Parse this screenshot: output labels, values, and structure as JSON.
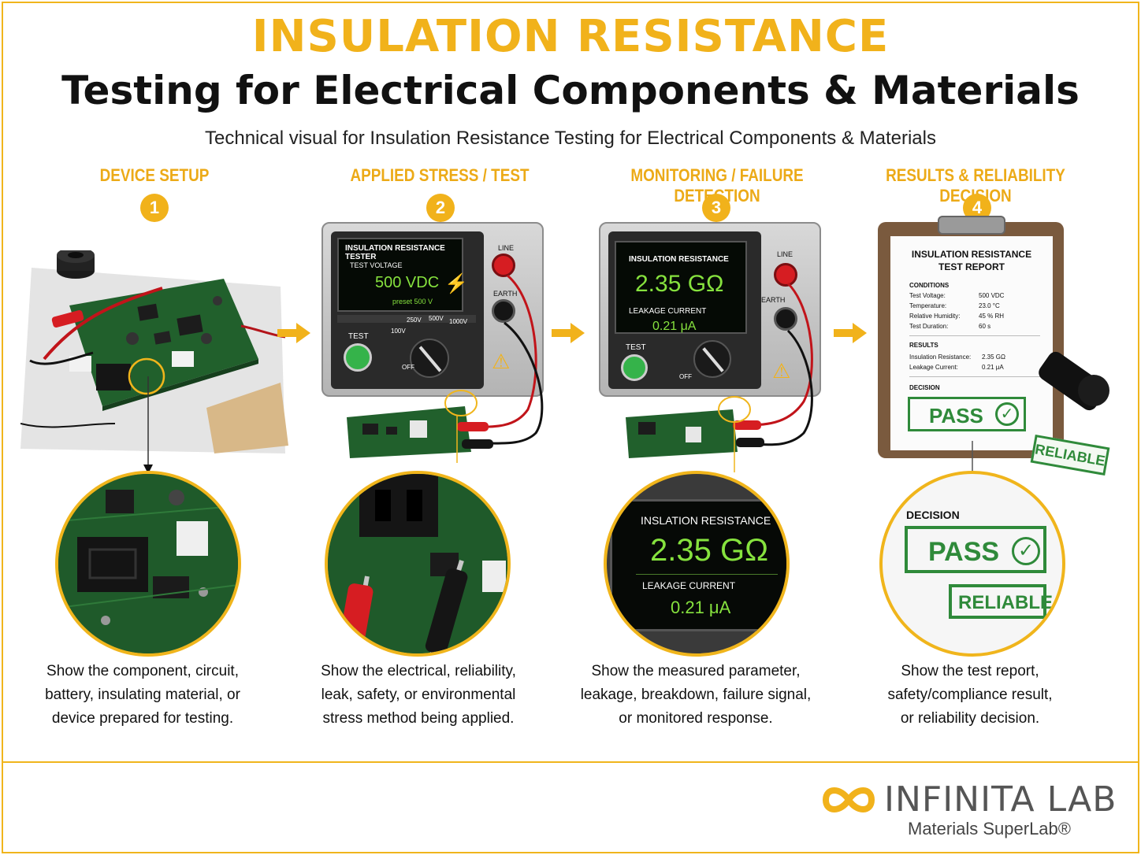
{
  "header": {
    "title_line1": "INSULATION RESISTANCE",
    "title_line2": "Testing for Electrical Components & Materials",
    "subtitle": "Technical visual for Insulation Resistance Testing for Electrical Components & Materials"
  },
  "steps": [
    {
      "number": "1",
      "heading": "DEVICE SETUP",
      "desc": [
        "Show the component, circuit,",
        "battery, insulating material, or",
        "device prepared for testing."
      ]
    },
    {
      "number": "2",
      "heading": "APPLIED STRESS / TEST",
      "desc": [
        "Show the electrical, reliability,",
        "leak, safety, or environmental",
        "stress method being applied."
      ]
    },
    {
      "number": "3",
      "heading": "MONITORING / FAILURE DETECTION",
      "desc": [
        "Show the measured parameter,",
        "leakage, breakdown, failure signal,",
        "or monitored response."
      ]
    },
    {
      "number": "4",
      "heading": "RESULTS & RELIABILITY DECISION",
      "desc": [
        "Show the test report,",
        "safety/compliance result,",
        "or reliability decision."
      ]
    }
  ],
  "tester2": {
    "title": "INSULATION RESISTANCE TESTER",
    "label": "TEST VOLTAGE",
    "value": "500 VDC",
    "preset": "preset 500 V",
    "button": "TEST",
    "line": "LINE",
    "earth": "EARTH",
    "dial": [
      "100V",
      "250V",
      "500V",
      "1000V",
      "OFF"
    ]
  },
  "tester3": {
    "title": "INSULATION RESISTANCE",
    "value": "2.35 GΩ",
    "leak_label": "LEAKAGE CURRENT",
    "leak_value": "0.21 μA",
    "button": "TEST",
    "line": "LINE",
    "earth": "EARTH",
    "off": "OFF"
  },
  "zoom3": {
    "title": "INSLATION RESISTANCE",
    "value": "2.35 GΩ",
    "leak_label": "LEAKAGE CURRENT",
    "leak_value": "0.21 μA"
  },
  "report": {
    "title1": "INSULATION RESISTANCE",
    "title2": "TEST REPORT",
    "conditions_label": "CONDITIONS",
    "conditions": [
      {
        "k": "Test Voltage:",
        "v": "500 VDC"
      },
      {
        "k": "Temperature:",
        "v": "23.0 °C"
      },
      {
        "k": "Relative Humidity:",
        "v": "45 % RH"
      },
      {
        "k": "Test Duration:",
        "v": "60 s"
      }
    ],
    "results_label": "RESULTS",
    "results": [
      {
        "k": "Insulation Resistance:",
        "v": "2.35 GΩ"
      },
      {
        "k": "Leakage Current:",
        "v": "0.21 μA"
      }
    ],
    "decision_label": "DECISION",
    "pass": "PASS",
    "reliable": "RELIABLE"
  },
  "zoom4": {
    "decision_label": "DECISION",
    "pass": "PASS",
    "reliable": "RELIABLE"
  },
  "brand": {
    "name": "INFINITA LAB",
    "tagline": "Materials SuperLab®"
  },
  "colors": {
    "accent": "#f1b21b",
    "pcb": "#1f5a2a",
    "screen_green": "#7bdc3c",
    "stamp_green": "#2f8a3a"
  }
}
